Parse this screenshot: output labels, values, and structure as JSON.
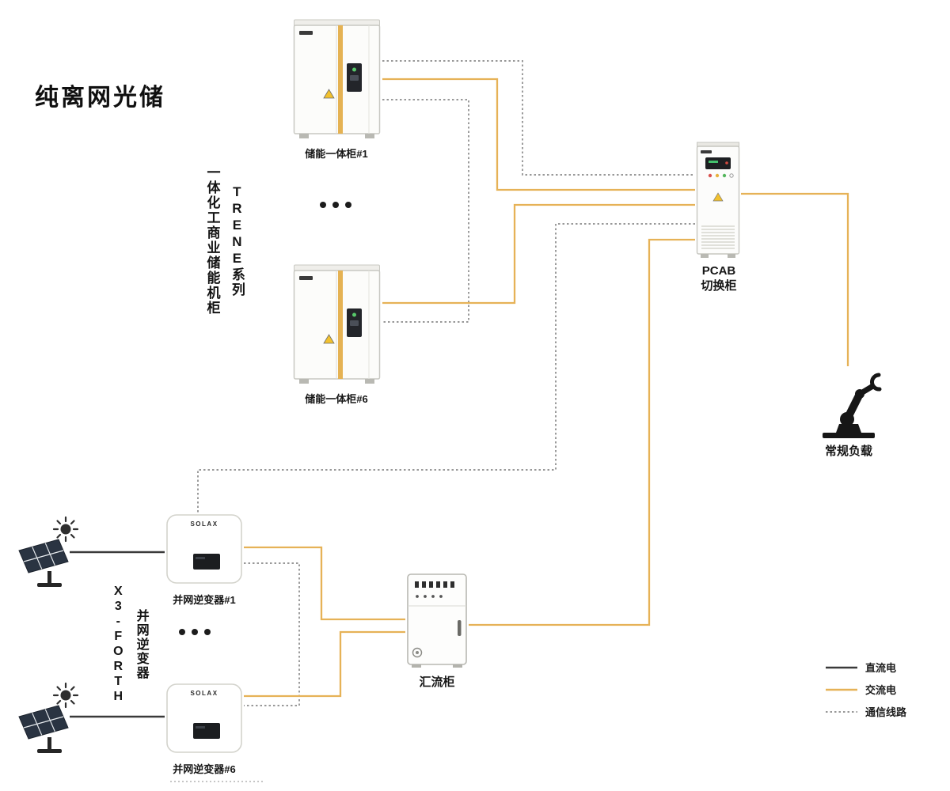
{
  "title": "纯离网光储",
  "storage_group": {
    "series_label_right": "TRENE系列",
    "series_label_left": "一体化工商业储能机柜",
    "cabinet1_label": "储能一体柜#1",
    "cabinet6_label": "储能一体柜#6"
  },
  "pcab": {
    "name": "PCAB",
    "subname": "切换柜"
  },
  "load": {
    "label": "常规负载"
  },
  "inverter_group": {
    "series_label_right": "并网逆变器",
    "series_label_left": "X3-FORTH",
    "inverter1_label": "并网逆变器#1",
    "inverter6_label": "并网逆变器#6",
    "brand": "SOLAX"
  },
  "combiner": {
    "label": "汇流柜"
  },
  "legend": {
    "dc": {
      "label": "直流电",
      "color": "#3a3a3a",
      "style": "solid"
    },
    "ac": {
      "label": "交流电",
      "color": "#e6b257",
      "style": "solid"
    },
    "comm": {
      "label": "通信线路",
      "color": "#8a8a8a",
      "style": "dotted"
    }
  },
  "artifact_color": "#c6c6c6"
}
